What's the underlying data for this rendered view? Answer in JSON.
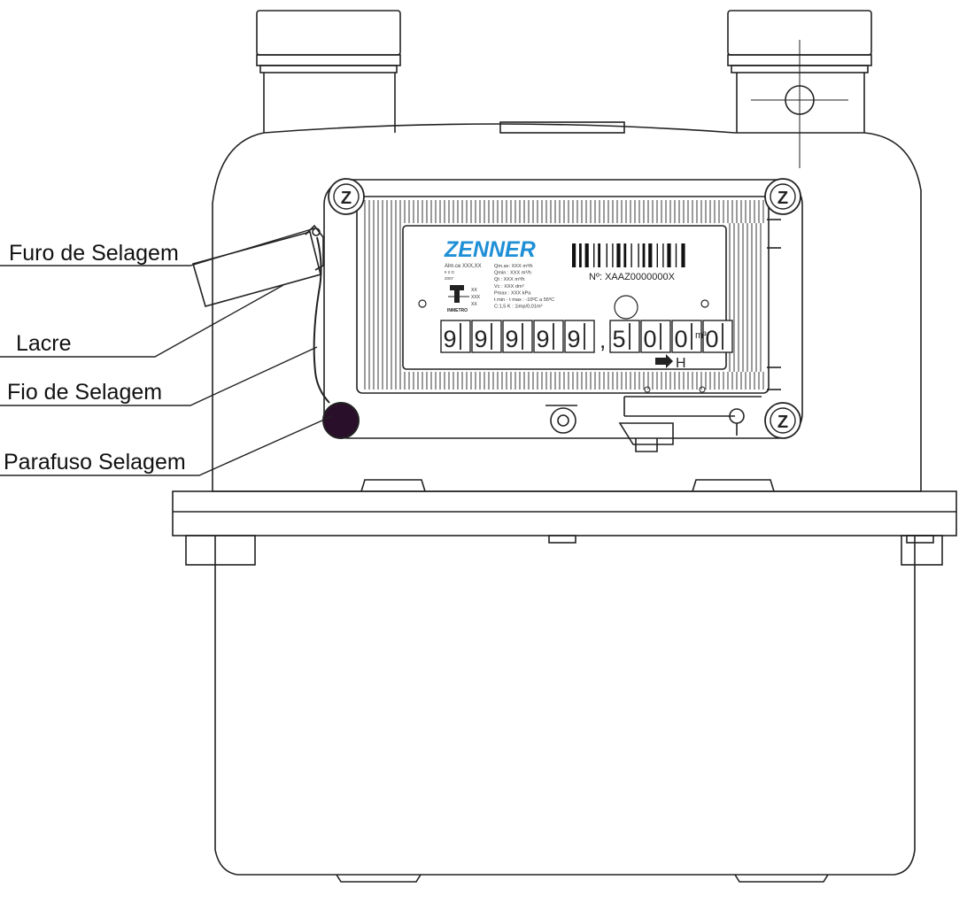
{
  "labels": {
    "furo": "Furo de Selagem",
    "lacre": "Lacre",
    "fio": "Fio de Selagem",
    "parafuso": "Parafuso Selagem"
  },
  "faceplate": {
    "brand": "ZENNER",
    "serial": "Nº: XAAZ0000000X",
    "spec_left": [
      "Alm.ce XXX,XX",
      "II 2 G",
      "2007"
    ],
    "spec_right": [
      "Qm.ax: XXX m³/h",
      "Qmin : XXX m³/h",
      "Qt   : XXX m³/h",
      "Vc   : XXX dm³",
      "Pmax : XXX kPa",
      "t min - t max : -10ºC a 55ºC",
      "C:1,5        K : 1imp/0,01m³"
    ],
    "inmetro_codes": [
      "XX",
      "XXX",
      "XX"
    ],
    "inmetro": "INMETRO",
    "counter_digits": [
      "9",
      "9",
      "9",
      "9",
      "9",
      ",",
      "5",
      "0",
      "0",
      "0"
    ],
    "unit": "m³",
    "flow_label": "H"
  },
  "screw_letter": "Z",
  "colors": {
    "line": "#222222",
    "brand": "#1f8fd6",
    "seal_screw": "#2a0f2a"
  }
}
